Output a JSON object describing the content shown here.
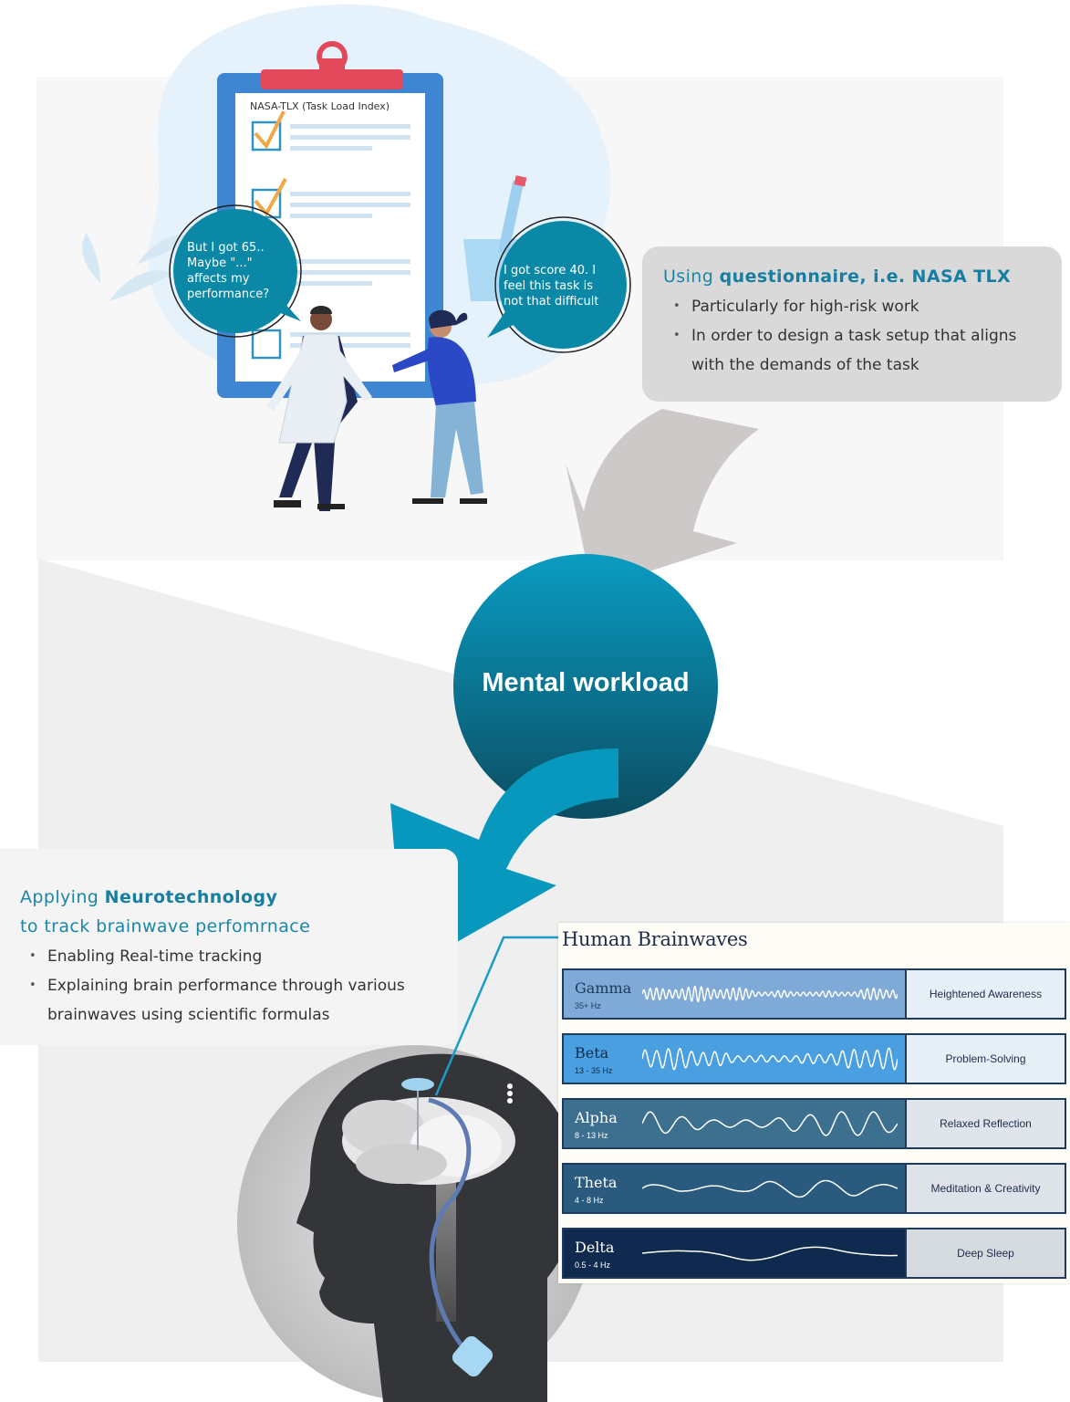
{
  "clipboard": {
    "title": "NASA-TLX (Task Load Index)"
  },
  "bubbles": {
    "left": [
      "But I got 65..",
      "Maybe \"...\"",
      "affects my",
      "performance?"
    ],
    "right": [
      "I got score 40. I",
      "feel this task is",
      "not that difficult"
    ]
  },
  "questionnaire_box": {
    "title_prefix": "Using ",
    "title_bold": "questionnaire, i.e. NASA TLX",
    "bullets": [
      "Particularly for high-risk work",
      "In order to design a task setup that aligns",
      "with the demands of the task"
    ]
  },
  "center": {
    "label": "Mental workload"
  },
  "neuro_box": {
    "line1_prefix": "Applying ",
    "line1_bold": "Neurotechnology",
    "line2": "to track brainwave perfomrnace",
    "bullets": [
      "Enabling Real-time tracking",
      "Explaining brain performance through various",
      "brainwaves using scientific formulas"
    ]
  },
  "brainwaves": {
    "title": "Human Brainwaves",
    "rows": [
      {
        "name": "Gamma",
        "hz": "35+ Hz",
        "state": "Heightened Awareness",
        "bg": "#7fa9d6",
        "text": "#1e3a5c",
        "right_bg": "#e6eef8",
        "wave_color": "#ffffff"
      },
      {
        "name": "Beta",
        "hz": "13 - 35 Hz",
        "state": "Problem-Solving",
        "bg": "#4a9fe0",
        "text": "#0f2b4a",
        "right_bg": "#e6eef8",
        "wave_color": "#ffffff"
      },
      {
        "name": "Alpha",
        "hz": "8 - 13 Hz",
        "state": "Relaxed Reflection",
        "bg": "#3d6f8f",
        "text": "#ffffff",
        "right_bg": "#dfe5ea",
        "wave_color": "#ffffff"
      },
      {
        "name": "Theta",
        "hz": "4 - 8 Hz",
        "state": "Meditation & Creativity",
        "bg": "#2a5b7e",
        "text": "#ffffff",
        "right_bg": "#dde3e9",
        "wave_color": "#ffffff"
      },
      {
        "name": "Delta",
        "hz": "0.5 - 4 Hz",
        "state": "Deep Sleep",
        "bg": "#0f2a4e",
        "text": "#ffffff",
        "right_bg": "#d6dbe0",
        "wave_color": "#ffffff"
      }
    ]
  },
  "colors": {
    "teal": "#0a8fb0",
    "teal_dark": "#0b5468",
    "grey_box": "#d9d9d9",
    "arrow_grey": "#cfcaca"
  }
}
